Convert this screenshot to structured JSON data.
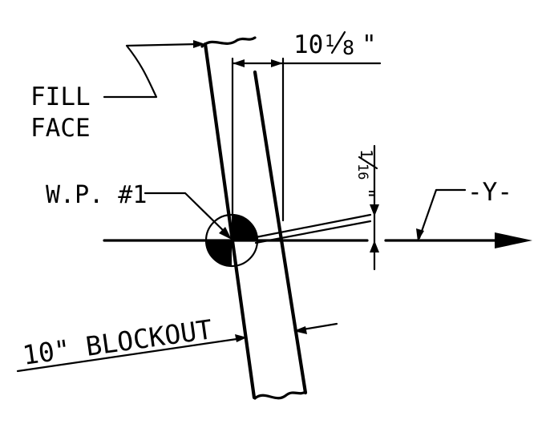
{
  "labels": {
    "fill_face_line1": "FILL",
    "fill_face_line2": "FACE",
    "work_point": "W.P. #1",
    "axis_name": "-Y-",
    "blockout": "10\" BLOCKOUT"
  },
  "dimensions": {
    "blockout_width": {
      "whole": "10",
      "numerator": "1",
      "denominator": "8",
      "unit": "\""
    },
    "offset": {
      "numerator": "1",
      "denominator": "16",
      "unit": "\""
    }
  }
}
